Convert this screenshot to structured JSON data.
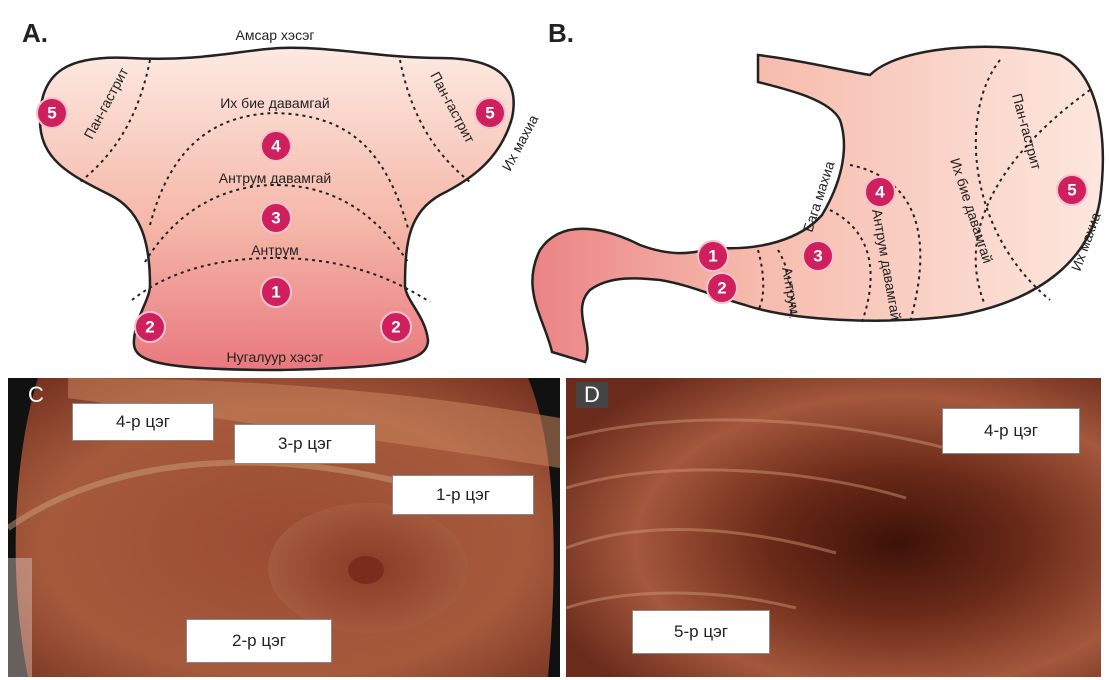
{
  "panels": {
    "a_label": "A.",
    "b_label": "B.",
    "c_label": "C",
    "d_label": "D"
  },
  "diagram_a": {
    "top": "Амсар хэсэг",
    "body_folds": "Их бие давамгай",
    "antrum_folds": "Антрум давамгай",
    "antrum": "Антрум",
    "bottom": "Нугалуур хэсэг",
    "pan_left": "Пан-гастрит",
    "pan_right": "Пан-гастрит",
    "greater_curvature": "Их махиа",
    "markers": [
      "5",
      "5",
      "4",
      "3",
      "1",
      "2",
      "2"
    ]
  },
  "diagram_b": {
    "lesser_curvature": "Бага махиа",
    "antrum_folds": "Антрум давамгай",
    "body_folds": "Их бие давамгай",
    "pan": "Пан-гастрит",
    "greater_curvature": "Их махиа",
    "antrum": "Антрум",
    "markers": [
      "1",
      "2",
      "3",
      "4",
      "5"
    ]
  },
  "photo_c": {
    "tags": [
      "4-р цэг",
      "3-р цэг",
      "1-р цэг",
      "2-р цэг"
    ]
  },
  "photo_d": {
    "tags": [
      "4-р цэг",
      "5-р цэг"
    ]
  },
  "colors": {
    "stomach_light": "#fbe4dc",
    "stomach_dark": "#ec8f91",
    "marker": "#cf1f5c",
    "mucosa": "#a4553a"
  }
}
